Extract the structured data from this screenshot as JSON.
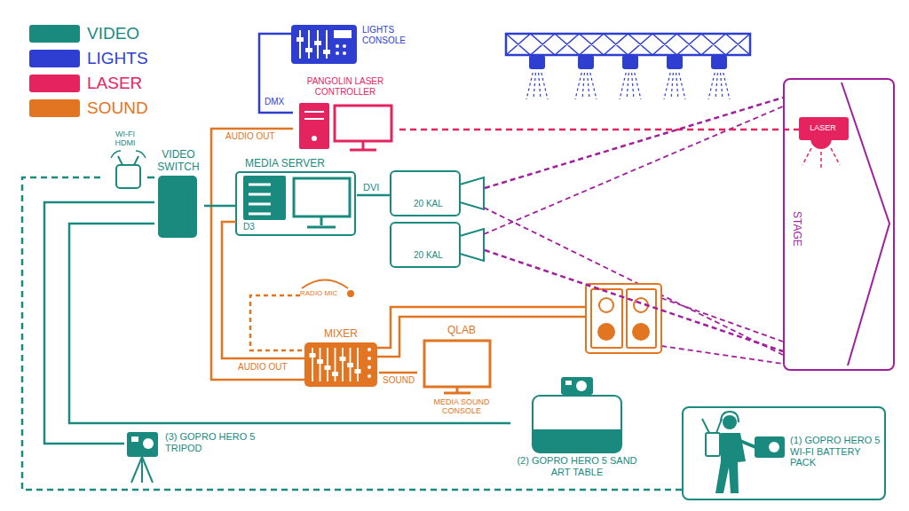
{
  "diagram": {
    "nodes": [
      {
        "text": [
          "LIGHTS CONSOLE"
        ]
      },
      {
        "text": [
          "PANGOLIN LASER CONTROLLER"
        ]
      },
      {
        "text": [
          "WI-FI HDMI"
        ]
      },
      {
        "text": [
          "VIDEO SWITCH"
        ]
      },
      {
        "text": [
          "MEDIA SERVER",
          "D3"
        ]
      },
      {
        "text": [
          "20 KAL"
        ]
      },
      {
        "text": [
          "20 KAL"
        ]
      },
      {
        "text": [
          "STAGE"
        ]
      },
      {
        "text": [
          "LASER"
        ],
        "in": 7
      },
      {
        "text": [
          "RADIO MIC"
        ]
      },
      {
        "text": [
          "MIXER"
        ]
      },
      {
        "text": [
          "QLAB",
          "MEDIA SOUND CONSOLE"
        ]
      },
      {
        "text": [
          "(3) GOPRO HERO 5 TRIPOD"
        ]
      },
      {
        "text": [
          "(2) GOPRO HERO 5 SAND ART TABLE"
        ]
      },
      {
        "text": [
          "(1) GOPRO HERO 5 WI-FI BATTERY PACK"
        ]
      }
    ],
    "edges": [
      {
        "from": 0,
        "to": 1,
        "label": "DMX",
        "arrow": "none"
      },
      {
        "from": 1,
        "to": 8,
        "arrow": "none"
      },
      {
        "from": 1,
        "to": 10,
        "label": "AUDIO OUT",
        "arrow": "none"
      },
      {
        "from": 3,
        "to": 4,
        "arrow": "none"
      },
      {
        "from": 4,
        "to": 5,
        "label": "DVI",
        "arrow": "none"
      },
      {
        "from": 4,
        "to": 10,
        "label": "AUDIO OUT",
        "arrow": "none"
      },
      {
        "from": 5,
        "to": 7,
        "arrow": "none"
      },
      {
        "from": 6,
        "to": 7,
        "arrow": "none"
      },
      {
        "from": 9,
        "to": 10,
        "arrow": "none"
      },
      {
        "from": 10,
        "to": 11,
        "label": "SOUND",
        "arrow": "none"
      },
      {
        "from": 14,
        "to": 2,
        "arrow": "none"
      },
      {
        "from": 2,
        "to": 3,
        "arrow": "none"
      },
      {
        "from": 12,
        "to": 3,
        "arrow": "none"
      },
      {
        "from": 13,
        "to": 3,
        "arrow": "none"
      }
    ],
    "legend": [
      {
        "text": "VIDEO",
        "color": "#1a8a7f"
      },
      {
        "text": "LIGHTS",
        "color": "#2e3ed0"
      },
      {
        "text": "LASER",
        "color": "#e5245f"
      },
      {
        "text": "SOUND",
        "color": "#e27522"
      }
    ]
  }
}
